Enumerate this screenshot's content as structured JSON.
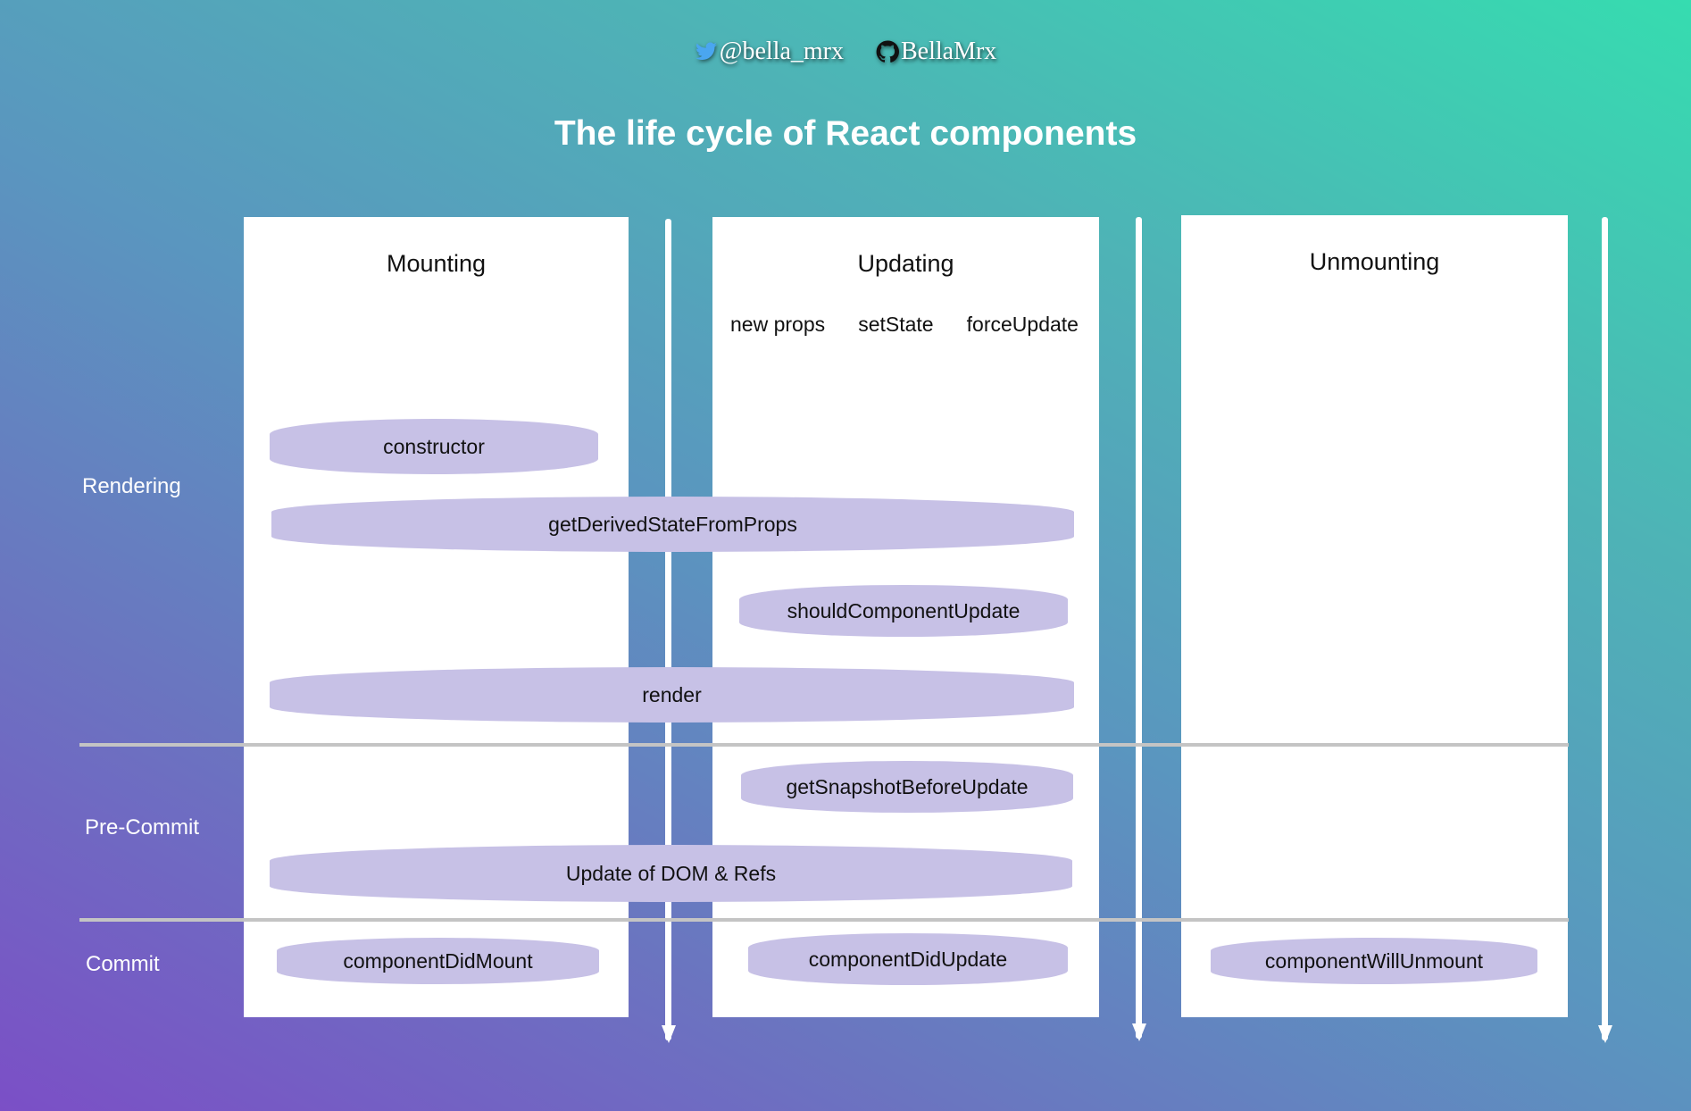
{
  "header": {
    "twitter_icon": "twitter-bird-icon",
    "twitter_handle": "@bella_mrx",
    "github_icon": "github-octocat-icon",
    "github_handle": "BellaMrx"
  },
  "title": "The life cycle of React components",
  "phases": {
    "mounting": "Mounting",
    "updating": "Updating",
    "unmounting": "Unmounting"
  },
  "triggers": [
    "new props",
    "setState",
    "forceUpdate"
  ],
  "stages": {
    "rendering": "Rendering",
    "pre_commit": "Pre-Commit",
    "commit": "Commit"
  },
  "methods": {
    "constructor": "constructor",
    "get_derived_state": "getDerivedStateFromProps",
    "should_update": "shouldComponentUpdate",
    "render": "render",
    "snapshot": "getSnapshotBeforeUpdate",
    "dom_update": "Update of DOM & Refs",
    "did_mount": "componentDidMount",
    "did_update": "componentDidUpdate",
    "will_unmount": "componentWillUnmount"
  },
  "colors": {
    "gradient_start": "#7b4fc6",
    "gradient_end": "#36dcb0",
    "pill": "#c7c1e6",
    "panel": "#ffffff",
    "divider": "#c4c4c4"
  }
}
